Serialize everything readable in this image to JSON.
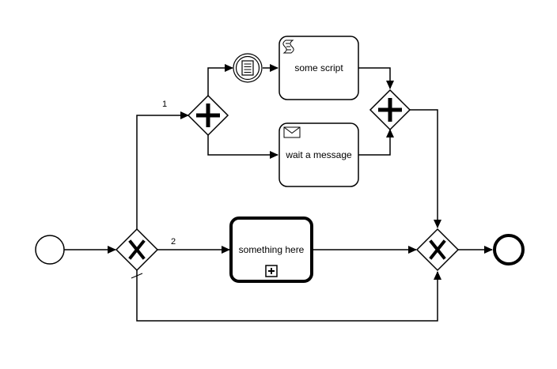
{
  "diagram": {
    "type": "bpmn-process",
    "tasks": {
      "script_task": {
        "label": "some script",
        "icon": "script-icon"
      },
      "receive_task": {
        "label": "wait a message",
        "icon": "envelope-icon"
      },
      "subprocess": {
        "label": "something here",
        "icon": "collapsed-subprocess-marker-icon"
      }
    },
    "flows": {
      "upper_branch": {
        "label": "1"
      },
      "lower_branch": {
        "label": "2"
      }
    },
    "events": {
      "start": {
        "icon": "start-event-icon"
      },
      "intermediate": {
        "icon": "conditional-event-icon"
      },
      "end": {
        "icon": "end-event-icon"
      }
    },
    "gateways": {
      "split_exclusive": {
        "icon": "exclusive-gateway-icon"
      },
      "split_parallel": {
        "icon": "parallel-gateway-icon"
      },
      "join_parallel": {
        "icon": "parallel-gateway-icon"
      },
      "join_exclusive": {
        "icon": "exclusive-gateway-icon"
      }
    },
    "colors": {
      "stroke": "#000000",
      "fill": "#ffffff"
    }
  }
}
